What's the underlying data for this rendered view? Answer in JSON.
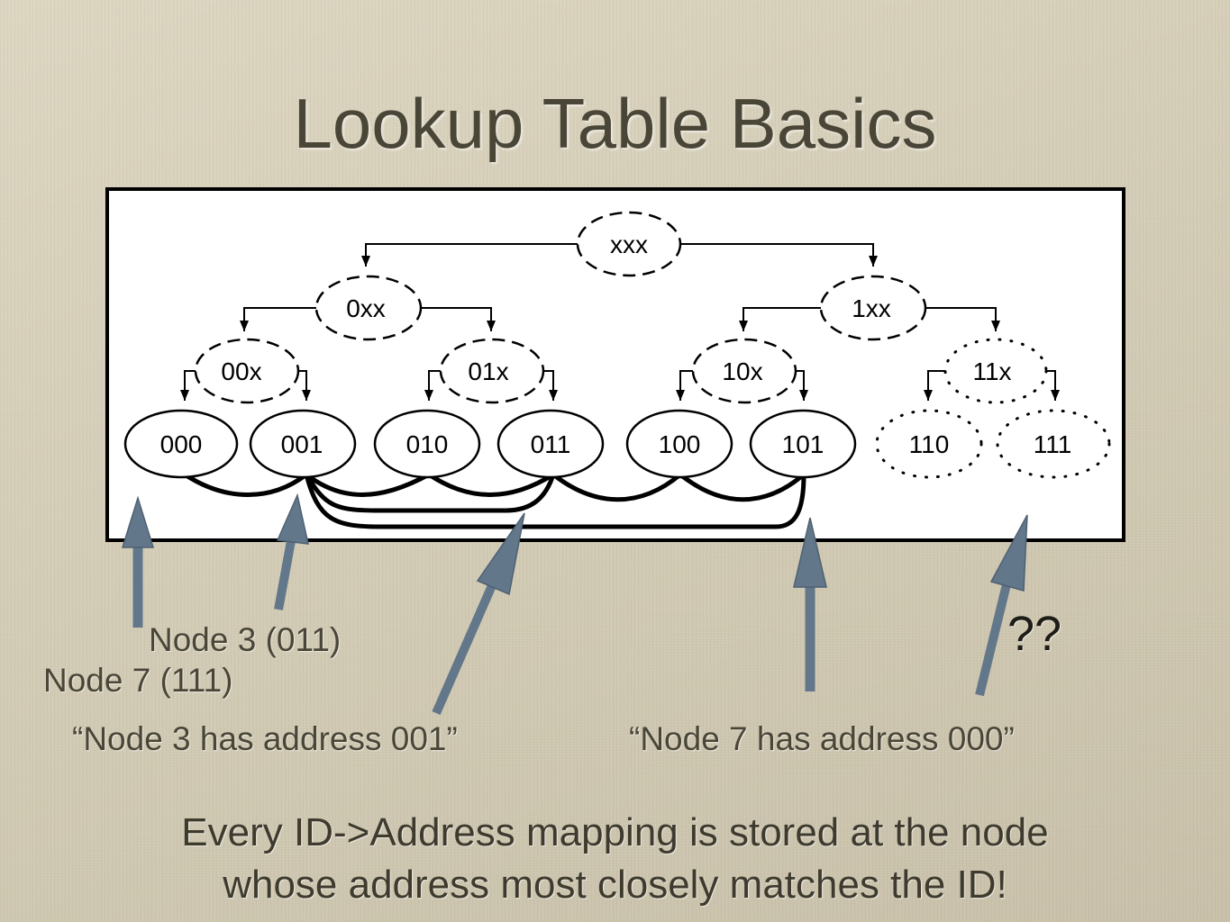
{
  "title": "Lookup Table Basics",
  "tree": {
    "root": "xxx",
    "level1": [
      "0xx",
      "1xx"
    ],
    "level2": [
      "00x",
      "01x",
      "10x",
      "11x"
    ],
    "leaves": [
      "000",
      "001",
      "010",
      "011",
      "100",
      "101",
      "110",
      "111"
    ]
  },
  "labels": {
    "node3": "Node 3 (011)",
    "node7": "Node 7 (111)",
    "quote3": "“Node 3 has address 001”",
    "quote7": "“Node 7 has address 000”",
    "unknown": "??"
  },
  "footer": {
    "line1": "Every ID->Address mapping is stored at the node",
    "line2": "whose address most closely matches the ID!"
  },
  "colors": {
    "arrow": "#63778b",
    "title": "#4a4637"
  }
}
